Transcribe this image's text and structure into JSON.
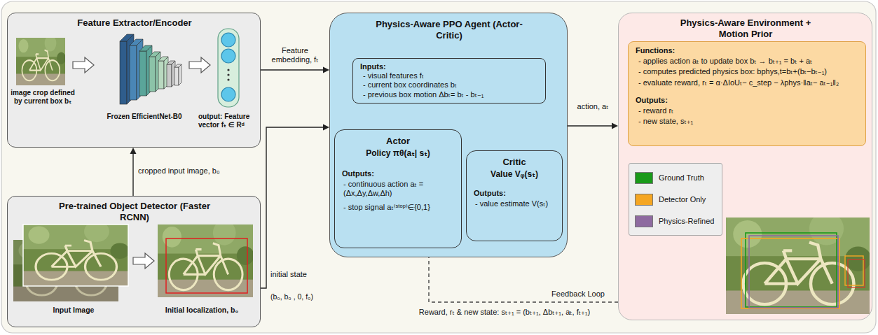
{
  "diagram": {
    "nodes": [
      {
        "text": [
          "Feature Extractor/Encoder",
          "image crop defined by current box bₜ",
          "Frozen EfficientNet-B0",
          "output: Feature vector fₜ ∈ Rᵈ"
        ]
      },
      {
        "text": [
          "Pre-trained Object Detector (Faster RCNN)",
          "Input Image",
          "Initial localization, b₀"
        ]
      },
      {
        "text": [
          "Physics-Aware PPO Agent (Actor-Critic)"
        ]
      },
      {
        "text": [
          "Inputs:",
          "- visual features fₜ",
          "- current box coordinates bₜ",
          "- previous box motion Δbₜ= bₜ - bₜ₋₁"
        ],
        "in": 2
      },
      {
        "text": [
          "Actor",
          "Policy πθ(aₜ| sₜ)",
          "Outputs:",
          "- continuous action aₜ = (Δx,Δy,Δw,Δh)",
          "- stop signal aₜ⁽ˢᵗᵒᵖ⁾∈{0,1}"
        ],
        "in": 2
      },
      {
        "text": [
          "Critic",
          "Value Vᵩ(sₜ)",
          "Outputs:",
          "- value estimate V(sₜ)"
        ],
        "in": 2
      },
      {
        "text": [
          "Physics-Aware Environment + Motion Prior"
        ]
      },
      {
        "text": [
          "Functions:",
          "- applies action aₜ to update box bₜ → bₜ₊₁ = bₜ + aₜ",
          "- computes predicted physics box: bphys,t=bₜ+(bₜ−bₜ₋₁)",
          "- evaluate reward, rₜ = α·ΔIoUₜ− c_step − λphys·‖aₜ− aₜ₋₁‖₂",
          "Outputs:",
          "- reward rₜ",
          "- new state, sₜ₊₁"
        ],
        "in": 6
      }
    ],
    "edges": [
      {
        "from": 0,
        "to": 2,
        "arrow": "to",
        "label": "Feature embedding, fₜ"
      },
      {
        "from": 1,
        "to": 2,
        "arrow": "to",
        "label": "initial state"
      },
      {
        "from": 1,
        "to": 0,
        "arrow": "to",
        "label": "cropped input image, b₀"
      },
      {
        "from": 2,
        "to": 6,
        "arrow": "to",
        "label": "action, aₜ"
      },
      {
        "from": 6,
        "to": 2,
        "arrow": "none",
        "label": "Feedback Loop"
      }
    ],
    "labels": [
      "(b₀, b₀ , 0, f₀)",
      "Reward, rₜ & new state: sₜ₊₁ = (bₜ₊₁, Δbₜ₊₁, aₜ, fₜ₊₁)"
    ],
    "legend": [
      {
        "text": "Ground Truth",
        "color": "#1a9a1a"
      },
      {
        "text": "Detector Only",
        "color": "#f5a623"
      },
      {
        "text": "Physics-Refined",
        "color": "#8e6aa0"
      }
    ]
  }
}
